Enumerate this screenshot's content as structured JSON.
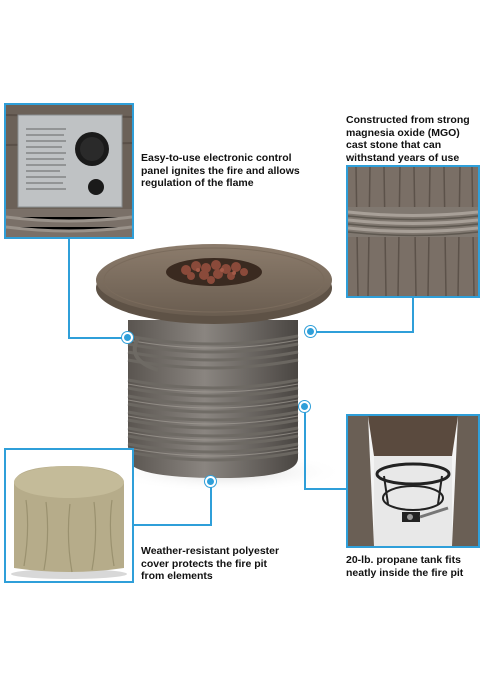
{
  "features": {
    "control_panel": {
      "caption": "Easy-to-use electronic control panel ignites the fire and allows regulation of the flame"
    },
    "material": {
      "caption": "Constructed from strong magnesia oxide (MGO) cast stone that can withstand years of use"
    },
    "cover": {
      "caption": "Weather-resistant polyester cover protects the fire pit from elements"
    },
    "propane": {
      "caption": "20-lb. propane tank fits neatly inside the fire pit"
    }
  },
  "colors": {
    "accent": "#2f9fd9",
    "text": "#111111",
    "background": "#ffffff"
  },
  "icons": [
    "control-panel-photo",
    "stone-texture-photo",
    "cover-photo",
    "tank-interior-photo",
    "fire-pit-photo"
  ]
}
